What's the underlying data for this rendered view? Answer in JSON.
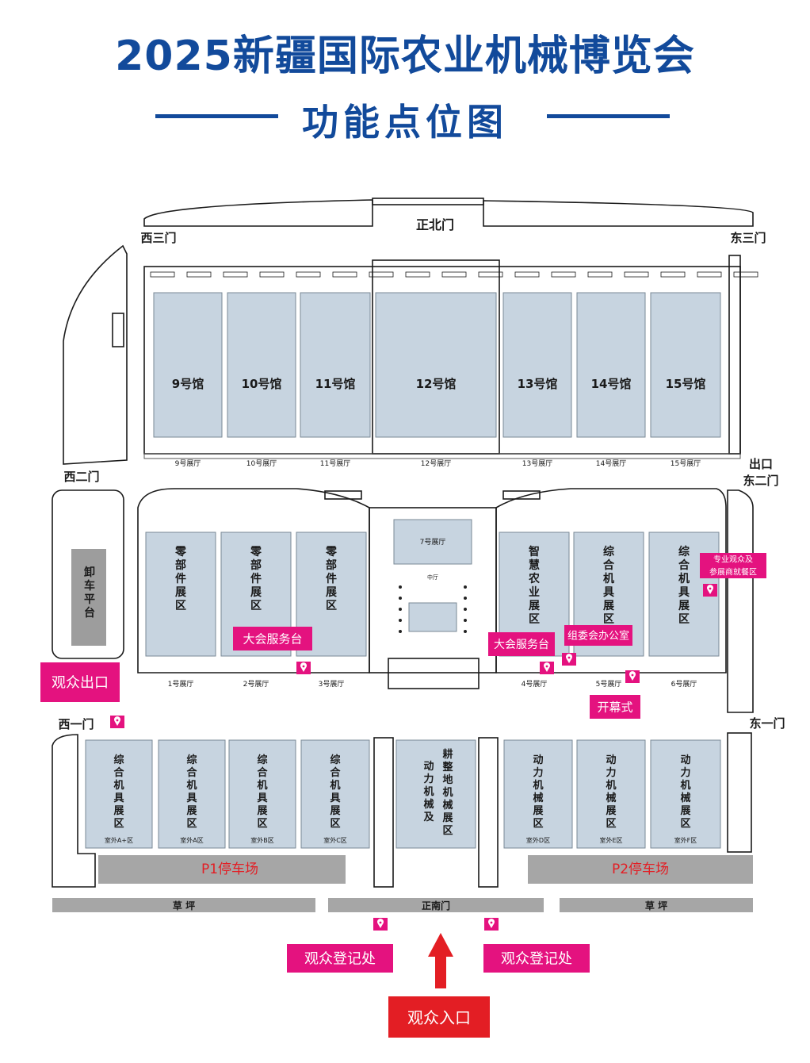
{
  "title": "2025新疆国际农业机械博览会",
  "subtitle": "功能点位图",
  "gates": {
    "north_main": "正北门",
    "west3": "西三门",
    "east3": "东三门",
    "west2": "西二门",
    "east2_exit": "出口",
    "east2": "东二门",
    "west1": "西一门",
    "east1": "东一门",
    "south_main": "正南门"
  },
  "north_halls": [
    {
      "name": "9号馆",
      "hall": "9号展厅"
    },
    {
      "name": "10号馆",
      "hall": "10号展厅"
    },
    {
      "name": "11号馆",
      "hall": "11号展厅"
    },
    {
      "name": "12号馆",
      "hall": "12号展厅"
    },
    {
      "name": "13号馆",
      "hall": "13号展厅"
    },
    {
      "name": "14号馆",
      "hall": "14号展厅"
    },
    {
      "name": "15号馆",
      "hall": "15号展厅"
    }
  ],
  "middle_halls": [
    {
      "name": "零部件展区",
      "hall": "1号展厅"
    },
    {
      "name": "零部件展区",
      "hall": "2号展厅"
    },
    {
      "name": "零部件展区",
      "hall": "3号展厅"
    },
    {
      "name": "智慧农业展区",
      "hall": "4号展厅"
    },
    {
      "name": "综合机具展区",
      "hall": "5号展厅"
    },
    {
      "name": "综合机具展区",
      "hall": "6号展厅"
    }
  ],
  "hall7": "7号展厅",
  "center_hall": "中厅",
  "unloading": "卸车平台",
  "outdoor_zones": [
    {
      "name": "综合机具展区",
      "code": "室外A+区"
    },
    {
      "name": "综合机具展区",
      "code": "室外A区"
    },
    {
      "name": "综合机具展区",
      "code": "室外B区"
    },
    {
      "name": "综合机具展区",
      "code": "室外C区"
    },
    {
      "name": "耕整地机械展区",
      "name2": "动力机械及",
      "code": ""
    },
    {
      "name": "动力机械展区",
      "code": "室外D区"
    },
    {
      "name": "动力机械展区",
      "code": "室外E区"
    },
    {
      "name": "动力机械展区",
      "code": "室外F区"
    }
  ],
  "parking": [
    "P1停车场",
    "P2停车场"
  ],
  "lawn": [
    "草 坪",
    "草 坪"
  ],
  "labels": {
    "audience_exit": "观众出口",
    "service_desk_1": "大会服务台",
    "service_desk_2": "大会服务台",
    "organizer_office": "组委会办公室",
    "opening_ceremony": "开幕式",
    "pro_dining_1": "专业观众及",
    "pro_dining_2": "参展商就餐区",
    "registration_1": "观众登记处",
    "registration_2": "观众登记处",
    "audience_entrance": "观众入口"
  },
  "colors": {
    "title_blue": "#124a9b",
    "hall_fill": "#c7d4e0",
    "magenta": "#e4127f",
    "entrance_red": "#e31e24",
    "parking_gray": "#a6a6a6",
    "unload_gray": "#9d9d9d"
  }
}
